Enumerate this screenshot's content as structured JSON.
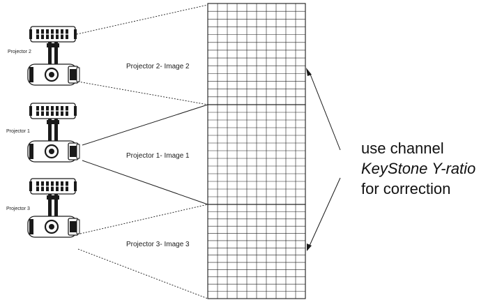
{
  "projectors": [
    {
      "label": "Projector 2"
    },
    {
      "label": "Projector 1"
    },
    {
      "label": "Projector 3"
    }
  ],
  "images": [
    {
      "label": "Projector 2- Image 2"
    },
    {
      "label": "Projector 1- Image 1"
    },
    {
      "label": "Projector 3- Image 3"
    }
  ],
  "note": {
    "line1": "use channel",
    "line2": "KeyStone Y-ratio",
    "line3": "for correction"
  },
  "colors": {
    "ink": "#1a1a1a",
    "background": "#ffffff"
  }
}
